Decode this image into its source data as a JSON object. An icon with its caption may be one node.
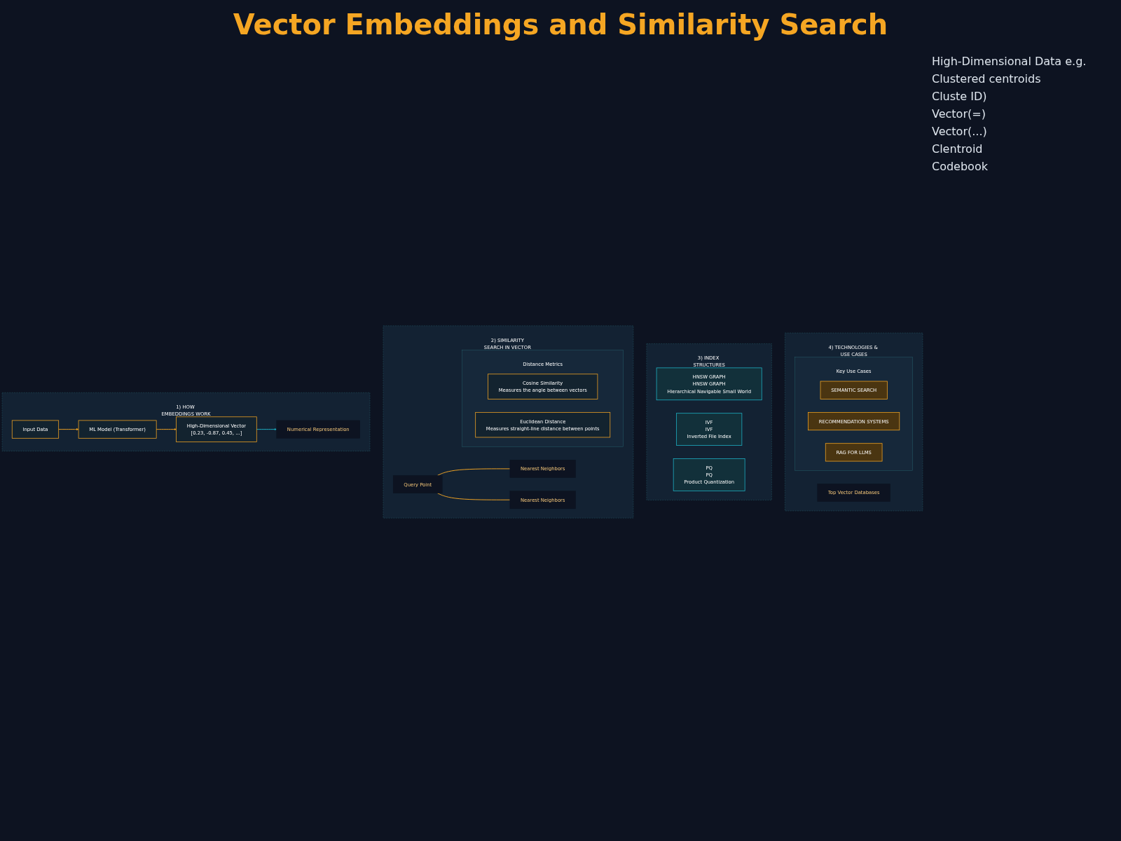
{
  "diagram": {
    "title": "Vector Embeddings and Similarity Search",
    "nodes": [
      {
        "text": [
          "1) HOW EMBEDDINGS WORK"
        ]
      },
      {
        "text": [
          "Input Data"
        ],
        "in": 0
      },
      {
        "text": [
          "ML Model (Transformer)"
        ],
        "in": 0
      },
      {
        "text": [
          "High-Dimensional Vector",
          "[0.23, -0.87, 0.45, ...]"
        ],
        "in": 0
      },
      {
        "text": [
          "Numerical Representation"
        ],
        "in": 0
      },
      {
        "text": [
          "2) SIMILARITY SEARCH IN VECTOR SPACE"
        ]
      },
      {
        "text": [
          "Query Point"
        ],
        "in": 5
      },
      {
        "text": [
          "Nearest Neighbors"
        ],
        "in": 5
      },
      {
        "text": [
          "Nearest Neighbors"
        ],
        "in": 5
      },
      {
        "text": [
          "Distance Metrics"
        ],
        "in": 5
      },
      {
        "text": [
          "Cosine Similarity",
          "Measures the angle between vectors"
        ],
        "in": 9
      },
      {
        "text": [
          "Euclidean Distance",
          "Measures straight-line distance between points"
        ],
        "in": 9
      },
      {
        "text": [
          "3) INDEX STRUCTURES"
        ]
      },
      {
        "text": [
          "HNSW GRAPH",
          "HNSW GRAPH",
          "Hierarchical Navigable Small World"
        ],
        "in": 12
      },
      {
        "text": [
          "IVF",
          "IVF",
          "Inverted File Index"
        ],
        "in": 12
      },
      {
        "text": [
          "PQ",
          "PQ",
          "Product Quantization"
        ],
        "in": 12
      },
      {
        "text": [
          "4) TECHNOLOGIES & USE CASES"
        ]
      },
      {
        "text": [
          "Top Vector Databases"
        ],
        "in": 16
      },
      {
        "text": [
          "Key Use Cases"
        ],
        "in": 16
      },
      {
        "text": [
          "SEMANTIC SEARCH"
        ],
        "in": 18
      },
      {
        "text": [
          "RECOMMENDATION SYSTEMS"
        ],
        "in": 18
      },
      {
        "text": [
          "RAG FOR LLMS"
        ],
        "in": 18
      }
    ],
    "edges": [
      {
        "from": 1,
        "to": 2,
        "arrow": "to"
      },
      {
        "from": 2,
        "to": 3,
        "arrow": "to"
      },
      {
        "from": 3,
        "to": 4,
        "arrow": "to",
        "color": "#1fb5c9"
      },
      {
        "from": 6,
        "to": 7,
        "arrow": "none"
      },
      {
        "from": 6,
        "to": 8,
        "arrow": "none"
      }
    ],
    "labels": [
      "High-Dimensional Data e.g.",
      "Clustered centroids",
      "Cluste ID)",
      "Vector(=)",
      "Vector(...)",
      "Clentroid",
      "Codebook"
    ]
  }
}
